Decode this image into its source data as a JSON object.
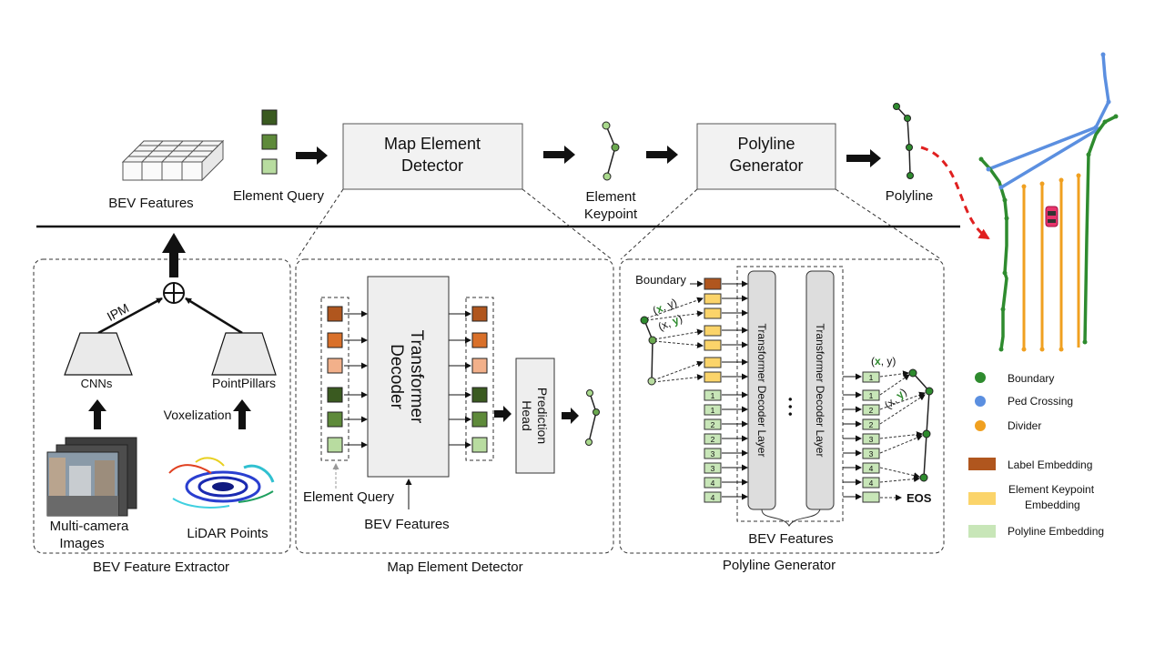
{
  "top": {
    "bev_features": "BEV Features",
    "element_query": "Element Query",
    "detector_line1": "Map Element",
    "detector_line2": "Detector",
    "element_keypoint_line1": "Element",
    "element_keypoint_line2": "Keypoint",
    "generator_line1": "Polyline",
    "generator_line2": "Generator",
    "polyline": "Polyline"
  },
  "extractor": {
    "ipm": "IPM",
    "cnns": "CNNs",
    "pointpillars": "PointPillars",
    "voxelization": "Voxelization",
    "images_line1": "Multi-camera",
    "images_line2": "Images",
    "lidar": "LiDAR Points",
    "caption": "BEV Feature Extractor"
  },
  "detector": {
    "decoder_line1": "Transformer",
    "decoder_line2": "Decoder",
    "head_line1": "Prediction",
    "head_line2": "Head",
    "element_query": "Element Query",
    "bev_features": "BEV Features",
    "caption": "Map Element Detector"
  },
  "generator": {
    "boundary": "Boundary",
    "decoder_layer": "Transformer Decoder Layer",
    "dots": "• • •",
    "coord_x": "x",
    "coord_y": "y",
    "coord_open": "(",
    "coord_comma": ", ",
    "coord_close": ")",
    "input_tokens": [
      "1",
      "1",
      "2",
      "2",
      "3",
      "3",
      "4",
      "4"
    ],
    "output_tokens": [
      "1",
      "1",
      "2",
      "2",
      "3",
      "3",
      "4",
      "4"
    ],
    "eos": "EOS",
    "bev_features": "BEV Features",
    "caption": "Polyline Generator"
  },
  "legend": {
    "boundary": "Boundary",
    "ped_crossing": "Ped Crossing",
    "divider": "Divider",
    "label_embedding": "Label Embedding",
    "keypoint_embedding_line1": "Element Keypoint",
    "keypoint_embedding_line2": "Embedding",
    "polyline_embedding": "Polyline Embedding"
  },
  "colors": {
    "boundary": "#2e8b2e",
    "ped_crossing": "#5b8fe0",
    "divider": "#f0a020",
    "label_dark": "#b0561e",
    "label_mid": "#d9702a",
    "label_light": "#f2b08a",
    "query_dark": "#3a5a20",
    "query_mid": "#5e8a3a",
    "query_light": "#b8dca0",
    "keypoint_embed": "#fbd46a",
    "polyline_embed": "#c8e6b8",
    "car": "#e8336b",
    "red_arrow": "#e02020"
  }
}
